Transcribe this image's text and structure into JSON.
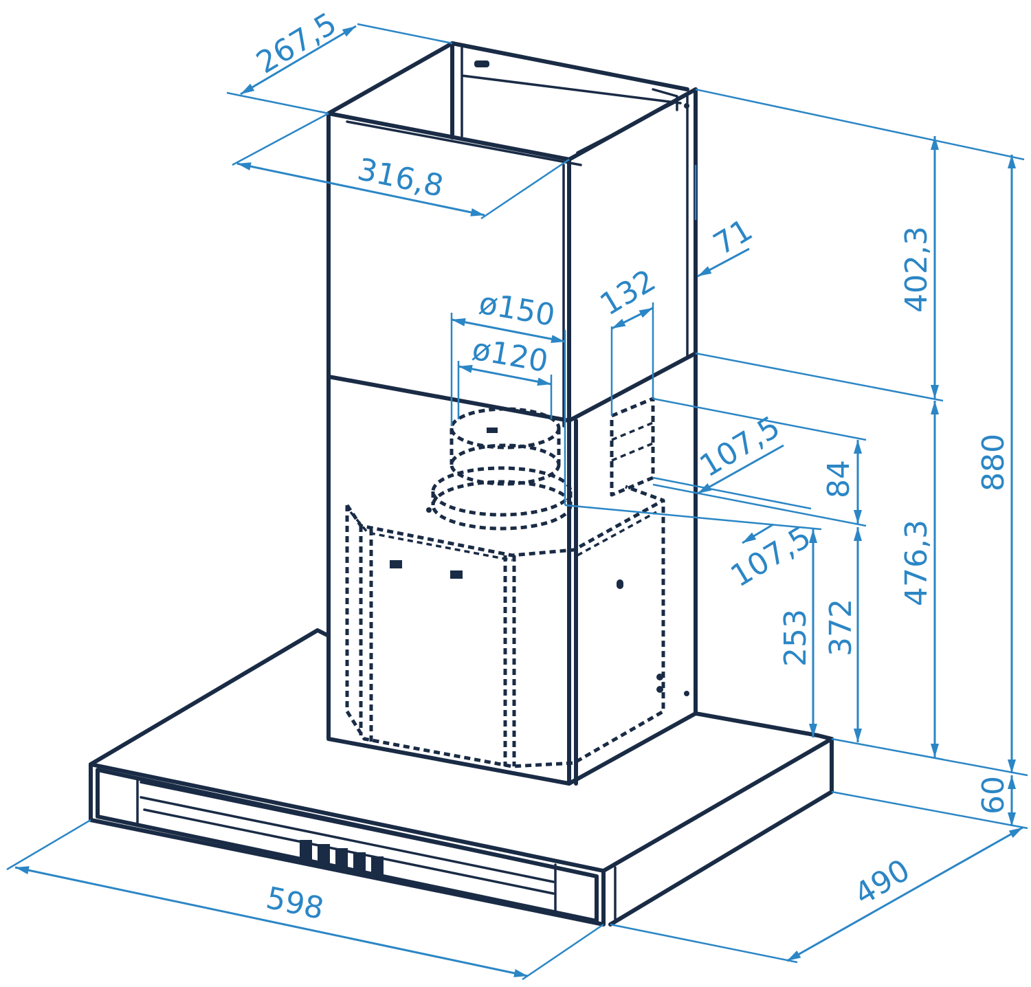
{
  "colors": {
    "outline": "#1a2b45",
    "dimension": "#2b86c5",
    "background": "#ffffff"
  },
  "dimensions": {
    "chimney_depth": "267,5",
    "chimney_width": "316,8",
    "outlet_outer_diameter": "ø150",
    "outlet_inner_diameter": "ø120",
    "side_opening_width": "132",
    "side_opening_offset": "71",
    "side_opening_from_wall_top": "107,5",
    "side_opening_from_wall_bottom": "107,5",
    "side_opening_height": "84",
    "upper_chimney_height": "402,3",
    "lower_body_height": "476,3",
    "total_height": "880",
    "motor_height_a": "253",
    "motor_height_b": "372",
    "canopy_height": "60",
    "canopy_width": "598",
    "canopy_depth": "490"
  }
}
